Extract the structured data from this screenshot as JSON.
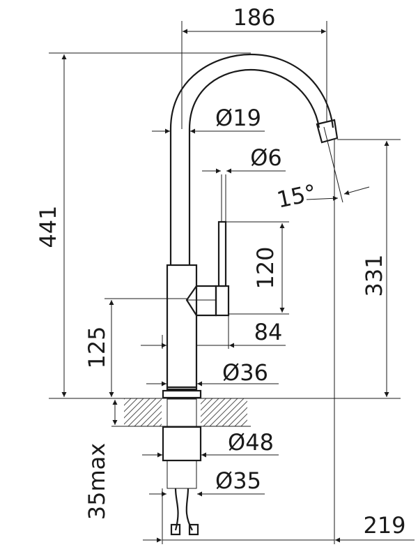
{
  "dimensions": {
    "spout_reach": "186",
    "total_height": "441",
    "spout_diameter": "Ø19",
    "handle_diameter": "Ø6",
    "spout_angle": "15°",
    "handle_height": "120",
    "outlet_height": "331",
    "lever_length": "84",
    "handle_axis_height": "125",
    "body_diameter": "Ø36",
    "flange_diameter": "Ø48",
    "shank_diameter": "Ø35",
    "max_thickness": "35max",
    "hose_length": "219"
  },
  "colors": {
    "line": "#1a1a1a",
    "hatch": "#555555",
    "background": "#ffffff"
  }
}
